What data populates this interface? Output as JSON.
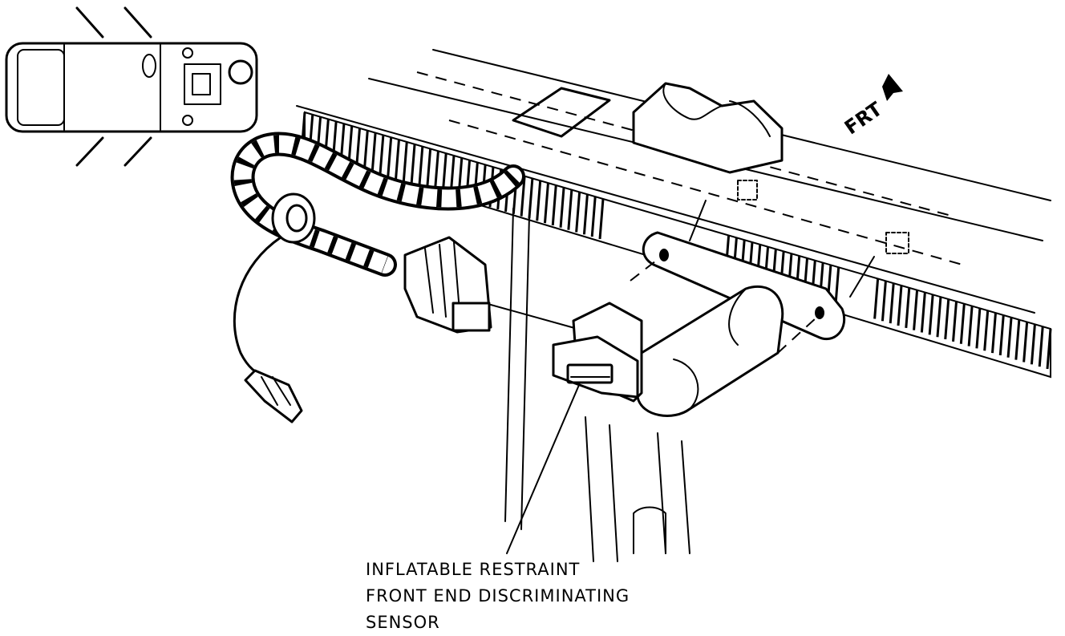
{
  "labels": {
    "direction": "FRT",
    "callout_line1": "INFLATABLE RESTRAINT",
    "callout_line2": "FRONT END DISCRIMINATING",
    "callout_line3": "SENSOR"
  },
  "icons": {
    "vehicle_locator": "vehicle-top-view-icon",
    "direction_arrow": "arrow-icon"
  }
}
